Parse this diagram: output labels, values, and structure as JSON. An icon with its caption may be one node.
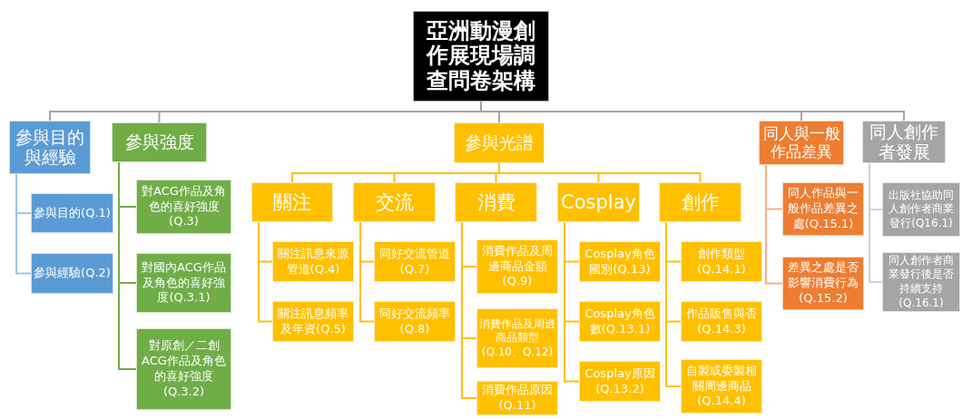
{
  "diagram": {
    "nodes": [
      {
        "text": [
          "亞洲動漫創作展現場調查問卷架構"
        ]
      },
      {
        "text": [
          "參與目的與經驗"
        ]
      },
      {
        "text": [
          "參與目的(Q.1)"
        ]
      },
      {
        "text": [
          "參與經驗(Q.2)"
        ]
      },
      {
        "text": [
          "參與強度"
        ]
      },
      {
        "text": [
          "對ACG作品及角色的喜好強度(Q.3)"
        ]
      },
      {
        "text": [
          "對國內ACG作品及角色的喜好強度(Q.3.1)"
        ]
      },
      {
        "text": [
          "對原創／二創ACG作品及角色的喜好強度(Q.3.2)"
        ]
      },
      {
        "text": [
          "參與光譜"
        ]
      },
      {
        "text": [
          "關注"
        ]
      },
      {
        "text": [
          "關注訊息來源管道(Q.4)"
        ]
      },
      {
        "text": [
          "關注訊息頻率及年資(Q.5)"
        ]
      },
      {
        "text": [
          "交流"
        ]
      },
      {
        "text": [
          "同好交流管道(Q.7)"
        ]
      },
      {
        "text": [
          "同好交流頻率(Q.8)"
        ]
      },
      {
        "text": [
          "消費"
        ]
      },
      {
        "text": [
          "消費作品及周邊商品金額(Q.9)"
        ]
      },
      {
        "text": [
          "消費作品及周邊商品類型(Q.10、Q.12)"
        ]
      },
      {
        "text": [
          "消費作品原因(Q.11)"
        ]
      },
      {
        "text": [
          "Cosplay"
        ]
      },
      {
        "text": [
          "Cosplay角色國別(Q.13)"
        ]
      },
      {
        "text": [
          "Cosplay角色數(Q.13.1)"
        ]
      },
      {
        "text": [
          "Cosplay原因(Q.13.2)"
        ]
      },
      {
        "text": [
          "創作"
        ]
      },
      {
        "text": [
          "創作類型(Q.14.1)"
        ]
      },
      {
        "text": [
          "作品販售與否(Q.14.3)"
        ]
      },
      {
        "text": [
          "自製或委製相關周邊商品(Q.14.4)"
        ]
      },
      {
        "text": [
          "同人與一般作品差異"
        ]
      },
      {
        "text": [
          "同人作品與一般作品差異之處(Q.15.1)"
        ]
      },
      {
        "text": [
          "差異之處是否影響消費行為(Q.15.2)"
        ]
      },
      {
        "text": [
          "同人創作者發展"
        ]
      },
      {
        "text": [
          "出版社協助同人創作者商業發行(Q16.1)"
        ]
      },
      {
        "text": [
          "同人創作者商業發行後是否持續支持(Q.16.1)"
        ]
      }
    ],
    "edges": [
      {
        "from": 0,
        "to": 1,
        "arrow": "none",
        "color": "#a6a6a6"
      },
      {
        "from": 0,
        "to": 4,
        "arrow": "none",
        "color": "#a6a6a6"
      },
      {
        "from": 0,
        "to": 8,
        "arrow": "none",
        "color": "#a6a6a6"
      },
      {
        "from": 0,
        "to": 27,
        "arrow": "none",
        "color": "#a6a6a6"
      },
      {
        "from": 0,
        "to": 30,
        "arrow": "none",
        "color": "#a6a6a6"
      },
      {
        "from": 1,
        "to": 2,
        "arrow": "none",
        "color": "#9dc3e6"
      },
      {
        "from": 1,
        "to": 3,
        "arrow": "none",
        "color": "#9dc3e6"
      },
      {
        "from": 4,
        "to": 5,
        "arrow": "none",
        "color": "#70ad47"
      },
      {
        "from": 4,
        "to": 6,
        "arrow": "none",
        "color": "#70ad47"
      },
      {
        "from": 4,
        "to": 7,
        "arrow": "none",
        "color": "#70ad47"
      },
      {
        "from": 8,
        "to": 9,
        "arrow": "none"
      },
      {
        "from": 8,
        "to": 12,
        "arrow": "none"
      },
      {
        "from": 8,
        "to": 15,
        "arrow": "none"
      },
      {
        "from": 8,
        "to": 19,
        "arrow": "none"
      },
      {
        "from": 8,
        "to": 23,
        "arrow": "none"
      },
      {
        "from": 9,
        "to": 10,
        "arrow": "none"
      },
      {
        "from": 9,
        "to": 11,
        "arrow": "none"
      },
      {
        "from": 12,
        "to": 13,
        "arrow": "none"
      },
      {
        "from": 12,
        "to": 14,
        "arrow": "none"
      },
      {
        "from": 15,
        "to": 16,
        "arrow": "none"
      },
      {
        "from": 15,
        "to": 17,
        "arrow": "none"
      },
      {
        "from": 15,
        "to": 18,
        "arrow": "none"
      },
      {
        "from": 19,
        "to": 20,
        "arrow": "none"
      },
      {
        "from": 19,
        "to": 21,
        "arrow": "none"
      },
      {
        "from": 19,
        "to": 22,
        "arrow": "none"
      },
      {
        "from": 23,
        "to": 24,
        "arrow": "none"
      },
      {
        "from": 23,
        "to": 25,
        "arrow": "none"
      },
      {
        "from": 23,
        "to": 26,
        "arrow": "none"
      },
      {
        "from": 27,
        "to": 28,
        "arrow": "none",
        "color": "#f4b183"
      },
      {
        "from": 27,
        "to": 29,
        "arrow": "none",
        "color": "#f4b183"
      },
      {
        "from": 30,
        "to": 31,
        "arrow": "none",
        "color": "#d0d0d0"
      },
      {
        "from": 30,
        "to": 32,
        "arrow": "none",
        "color": "#d0d0d0"
      }
    ]
  }
}
